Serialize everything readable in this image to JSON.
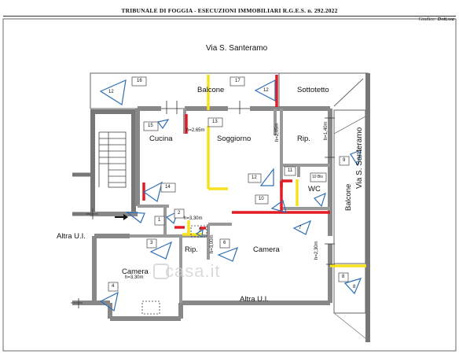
{
  "header": {
    "title": "TRIBUNALE DI FOGGIA - ESECUZIONI IMMOBILIARI R.G.E.S. n. 292.2022",
    "judge_label": "Giudice:",
    "judge_name": "Dott.ssa"
  },
  "streets": {
    "top": "Via S. Santeramo",
    "right": "Via S. Santeramo"
  },
  "rooms": {
    "balcone_top": "Balcone",
    "sottotetto": "Sottotetto",
    "cucina": "Cucina",
    "soggiorno": "Soggiorno",
    "rip_top": "Rip.",
    "wc": "WC",
    "balcone_right": "Balcone",
    "camera_center": "Camera",
    "rip_bottom": "Rip.",
    "camera_left": "Camera",
    "altra_ui_left": "Altra U.I.",
    "altra_ui_bottom": "Altra U.I."
  },
  "heights": {
    "h_soggiorno": "h=2,65m",
    "h_rip": "h=2,05m",
    "h_wc": "h=1,40m",
    "h_disimpegno": "h=3,30m",
    "h_rip_bottom": "h=3,00m",
    "h_camera_right": "h=2,30m",
    "h_camera_left": "h=3,30m"
  },
  "tags": {
    "t16": "16",
    "t17": "17",
    "t12a": "12",
    "t12b": "12",
    "t15": "15",
    "t13": "13",
    "t14": "14",
    "t12c": "12",
    "t11": "11",
    "t10": "10",
    "t10bis": "10 Bis",
    "t9": "9",
    "t2": "2",
    "t1": "1",
    "t3": "3",
    "t4": "4",
    "t5": "5",
    "t6": "6",
    "t7": "7",
    "t8": "8",
    "t8b": "8"
  },
  "watermark": "casa.it",
  "colors": {
    "wall": "#8a8a8a",
    "wall_dark": "#555555",
    "demolition_red": "#e31b23",
    "new_yellow": "#f5e21b",
    "marker_blue": "#2e6fb5"
  }
}
